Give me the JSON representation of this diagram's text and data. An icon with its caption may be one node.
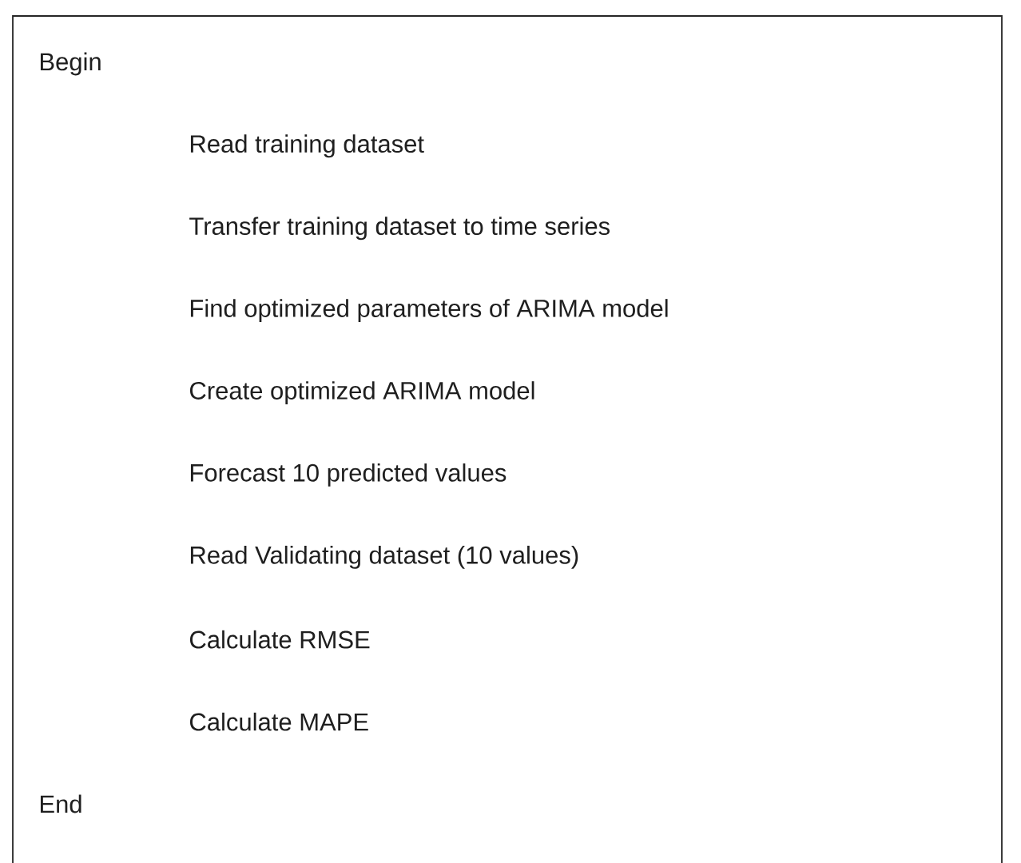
{
  "diagram": {
    "nodes": [
      {
        "text": [
          "Begin",
          "Read training dataset",
          "Transfer training dataset to time series",
          "Find optimized parameters of ARIMA model",
          "Create optimized ARIMA model",
          "Forecast 10 predicted values",
          "Read Validating dataset (10 values)",
          "Calculate RMSE",
          "Calculate MAPE",
          "End"
        ]
      }
    ]
  }
}
